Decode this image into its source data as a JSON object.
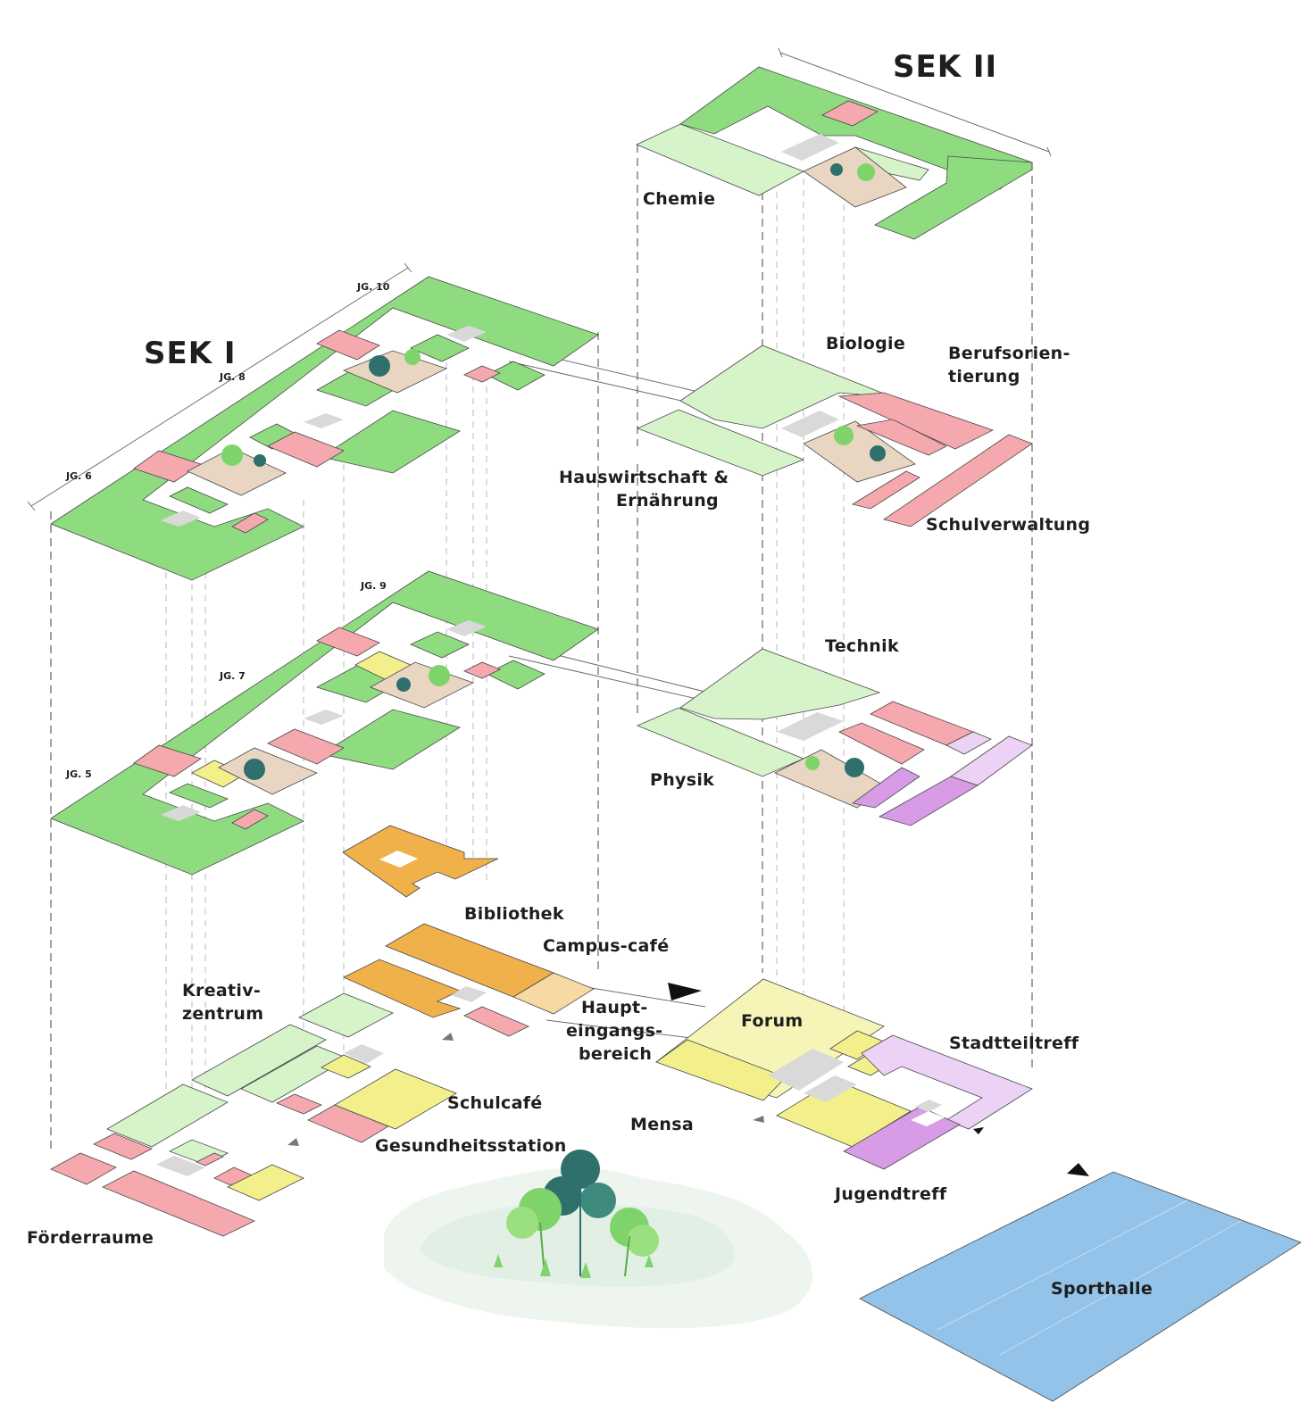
{
  "headings": {
    "sek1": "SEK I",
    "sek2": "SEK II"
  },
  "grades": {
    "jg10": "JG. 10",
    "jg8": "JG. 8",
    "jg6": "JG. 6",
    "jg9": "JG. 9",
    "jg7": "JG. 7",
    "jg5": "JG. 5"
  },
  "labels": {
    "chemie": "Chemie",
    "biologie": "Biologie",
    "berufsorientierung_1": "Berufsorien-",
    "berufsorientierung_2": "tierung",
    "hauswirtschaft_1": "Hauswirtschaft &",
    "hauswirtschaft_2": "Ernährung",
    "schulverwaltung": "Schulverwaltung",
    "technik": "Technik",
    "physik": "Physik",
    "bibliothek": "Bibliothek",
    "campus_cafe": "Campus-café",
    "kreativzentrum_1": "Kreativ-",
    "kreativzentrum_2": "zentrum",
    "haupteingang_1": "Haupt-",
    "haupteingang_2": "eingangs-",
    "haupteingang_3": "bereich",
    "forum": "Forum",
    "stadtteiltreff": "Stadtteiltreff",
    "schulcafe": "Schulcafé",
    "mensa": "Mensa",
    "gesundheitsstation": "Gesundheitsstation",
    "jugendtreff": "Jugendtreff",
    "foerderraume": "Förderraume",
    "sporthalle": "Sporthalle"
  },
  "colors": {
    "classroom_green": "#8fdc80",
    "light_green": "#d6f3c9",
    "pink": "#f5a9ae",
    "yellow": "#f3ef8a",
    "light_yellow": "#f7f4b8",
    "orange": "#f0b04a",
    "beige": "#f7d9a4",
    "purple": "#d89be6",
    "light_purple": "#ecd2f4",
    "blue": "#93c3e8",
    "sand": "#e9d6c2",
    "grey": "#d9d9d9",
    "tree_green": "#7fd36b",
    "tree_dark": "#2f6f6c"
  }
}
